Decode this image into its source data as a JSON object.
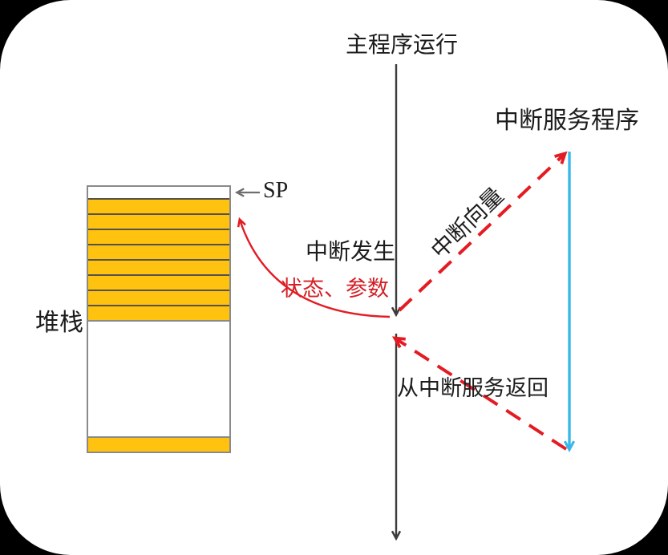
{
  "main_flow": {
    "title": "主程序运行",
    "interrupt_event": "中断发生"
  },
  "isr": {
    "title": "中断服务程序",
    "vector_label": "中断向量",
    "return_label": "从中断服务返回"
  },
  "stack": {
    "label": "堆栈",
    "pointer_label": "SP",
    "saved_label": "状态、参数",
    "rows": [
      {
        "type": "empty"
      },
      {
        "type": "filled"
      },
      {
        "type": "filled"
      },
      {
        "type": "filled"
      },
      {
        "type": "filled"
      },
      {
        "type": "filled"
      },
      {
        "type": "filled"
      },
      {
        "type": "filled"
      },
      {
        "type": "filled"
      },
      {
        "type": "empty-large"
      },
      {
        "type": "filled"
      }
    ]
  },
  "colors": {
    "background": "#000000",
    "panel": "#ffffff",
    "flow_line": "#3c3c3c",
    "interrupt_red": "#e41b23",
    "service_blue": "#38b8e8",
    "stack_fill": "#ffc20e",
    "stack_border": "#8a8a8a",
    "row_divider": "#55524a",
    "text": "#1c1c1c",
    "saved_text": "#d42127",
    "pointer_arrow": "#6e6e6e"
  }
}
